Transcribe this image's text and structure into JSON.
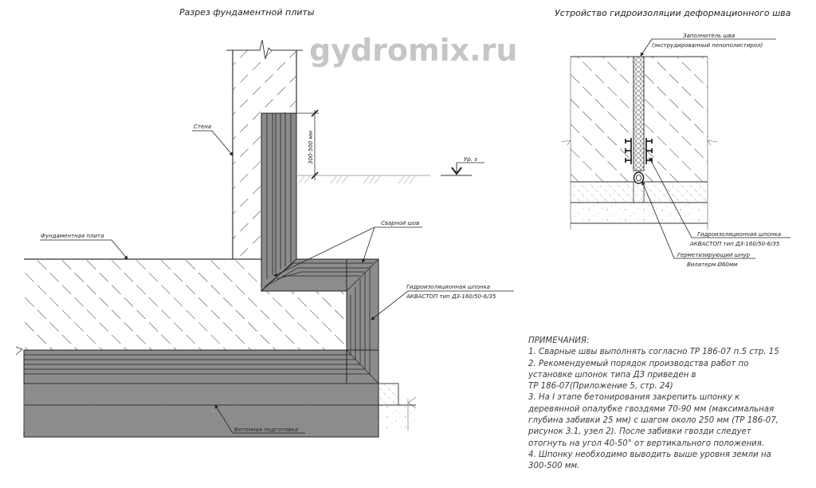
{
  "watermark": "gydromix.ru",
  "left_drawing": {
    "title": "Разрез фундаментной плиты",
    "labels": {
      "wall": "Стена",
      "dimension": "300-500 мм",
      "ground_level": "Ур. з",
      "weld_seam": "Сварной шов",
      "foundation_slab": "Фундаментная плита",
      "waterstop_line1": "Гидроизоляционная шпонка",
      "waterstop_line2": "АКВАСТОП тип ДЗ-160/50-6/35",
      "concrete_base": "Бетонная подготовка"
    }
  },
  "right_drawing": {
    "title": "Устройство гидроизоляции деформационного шва",
    "labels": {
      "filler_line1": "Заполнитель шва",
      "filler_line2": "(экструдированный пенополистирол)",
      "waterstop_line1": "Гидроизоляционная шпонка",
      "waterstop_line2": "АКВАСТОП тип ДЗ-160/50-6/35",
      "cord_line1": "Герметизирующий шнур",
      "cord_line2": "Вилатерм Ø60мм"
    }
  },
  "notes": {
    "heading": "ПРИМЕЧАНИЯ:",
    "lines": [
      "1. Сварные швы выполнять согласно ТР 186-07 п.5 стр. 15",
      "2. Рекомендуемый порядок производства работ по",
      "установке шпонок типа ДЗ приведен в",
      "ТР 186-07(Приложение 5, стр. 24)",
      "3. На I этапе бетонирования закрепить шпонку к",
      "деревянной опалубке гвоздями 70-90 мм (максимальная",
      "глубина забивки 25 мм) с шагом около 250 мм (ТР 186-07,",
      "рисунок 3.1, узел 2). После забивки гвозди следует",
      "отогнуть на угол 40-50° от вертикального положения.",
      "4. Шпонку необходимо выводить выше уровня земли на",
      "300-500 мм."
    ]
  },
  "colors": {
    "waterstop_fill": "#8c8c8c",
    "line": "#333333",
    "hatch": "#444444",
    "watermark": "#c6c6c6"
  }
}
